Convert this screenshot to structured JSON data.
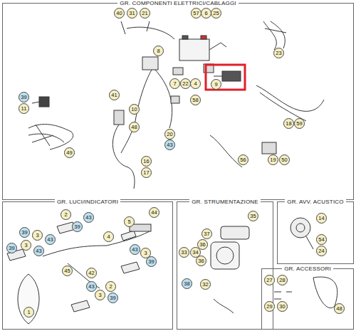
{
  "diagram": {
    "nodes": [
      {
        "text": [
          "GR. COMPONENTI ELETTRICI/CABLAGGI"
        ]
      },
      {
        "text": [
          "GR. LUCI/INDICATORI"
        ]
      },
      {
        "text": [
          "GR. STRUMENTAZIONE"
        ]
      },
      {
        "text": [
          "GR. AVV. ACUSTICO"
        ]
      },
      {
        "text": [
          "GR. ACCESSORI"
        ]
      }
    ],
    "labels": [
      "40",
      "31",
      "21",
      "57",
      "6",
      "25",
      "8",
      "23",
      "9",
      "7",
      "22",
      "4",
      "58",
      "41",
      "39",
      "11",
      "10",
      "48",
      "20",
      "43",
      "16",
      "17",
      "49",
      "56",
      "18",
      "59",
      "19",
      "50",
      "5",
      "44",
      "39",
      "3",
      "43",
      "39",
      "3",
      "43",
      "2",
      "39",
      "43",
      "4",
      "43",
      "3",
      "39",
      "45",
      "42",
      "43",
      "3",
      "2",
      "39",
      "1",
      "35",
      "37",
      "36",
      "33",
      "34",
      "36",
      "38",
      "32",
      "14",
      "54",
      "24",
      "27",
      "28",
      "29",
      "30",
      "48"
    ]
  }
}
